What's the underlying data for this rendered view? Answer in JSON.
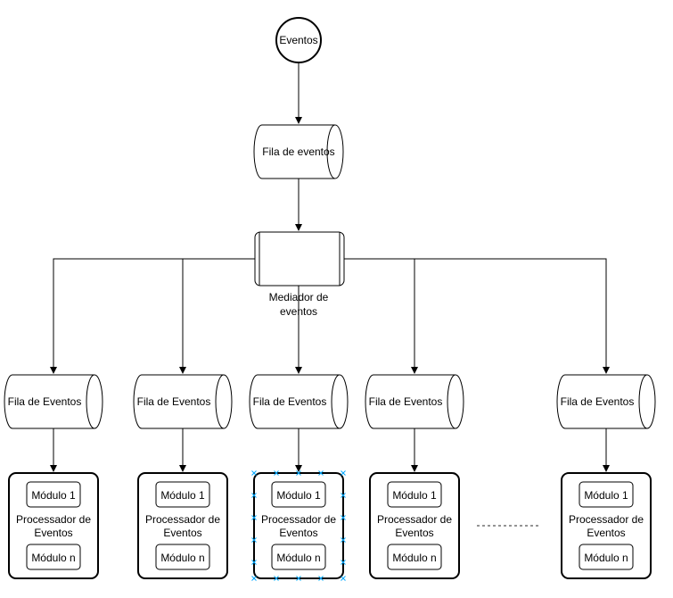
{
  "start_node": {
    "label": "Eventos"
  },
  "main_queue": {
    "label": "Fila de eventos"
  },
  "mediator": {
    "label_line1": "Mediador de",
    "label_line2": "eventos"
  },
  "queues": [
    {
      "label": "Fila de Eventos"
    },
    {
      "label": "Fila de Eventos"
    },
    {
      "label": "Fila de Eventos"
    },
    {
      "label": "Fila de Eventos"
    },
    {
      "label": "Fila de Eventos"
    }
  ],
  "processors": [
    {
      "module_first": "Módulo 1",
      "title_line1": "Processador de",
      "title_line2": "Eventos",
      "module_last": "Módulo n"
    },
    {
      "module_first": "Módulo 1",
      "title_line1": "Processador de",
      "title_line2": "Eventos",
      "module_last": "Módulo n"
    },
    {
      "module_first": "Módulo 1",
      "title_line1": "Processador de",
      "title_line2": "Eventos",
      "module_last": "Módulo n"
    },
    {
      "module_first": "Módulo 1",
      "title_line1": "Processador de",
      "title_line2": "Eventos",
      "module_last": "Módulo n"
    },
    {
      "module_first": "Módulo 1",
      "title_line1": "Processador de",
      "title_line2": "Eventos",
      "module_last": "Módulo n"
    }
  ],
  "colors": {
    "stroke": "#000000",
    "selection": "#00a8ff",
    "ellipsis": "#555555"
  }
}
